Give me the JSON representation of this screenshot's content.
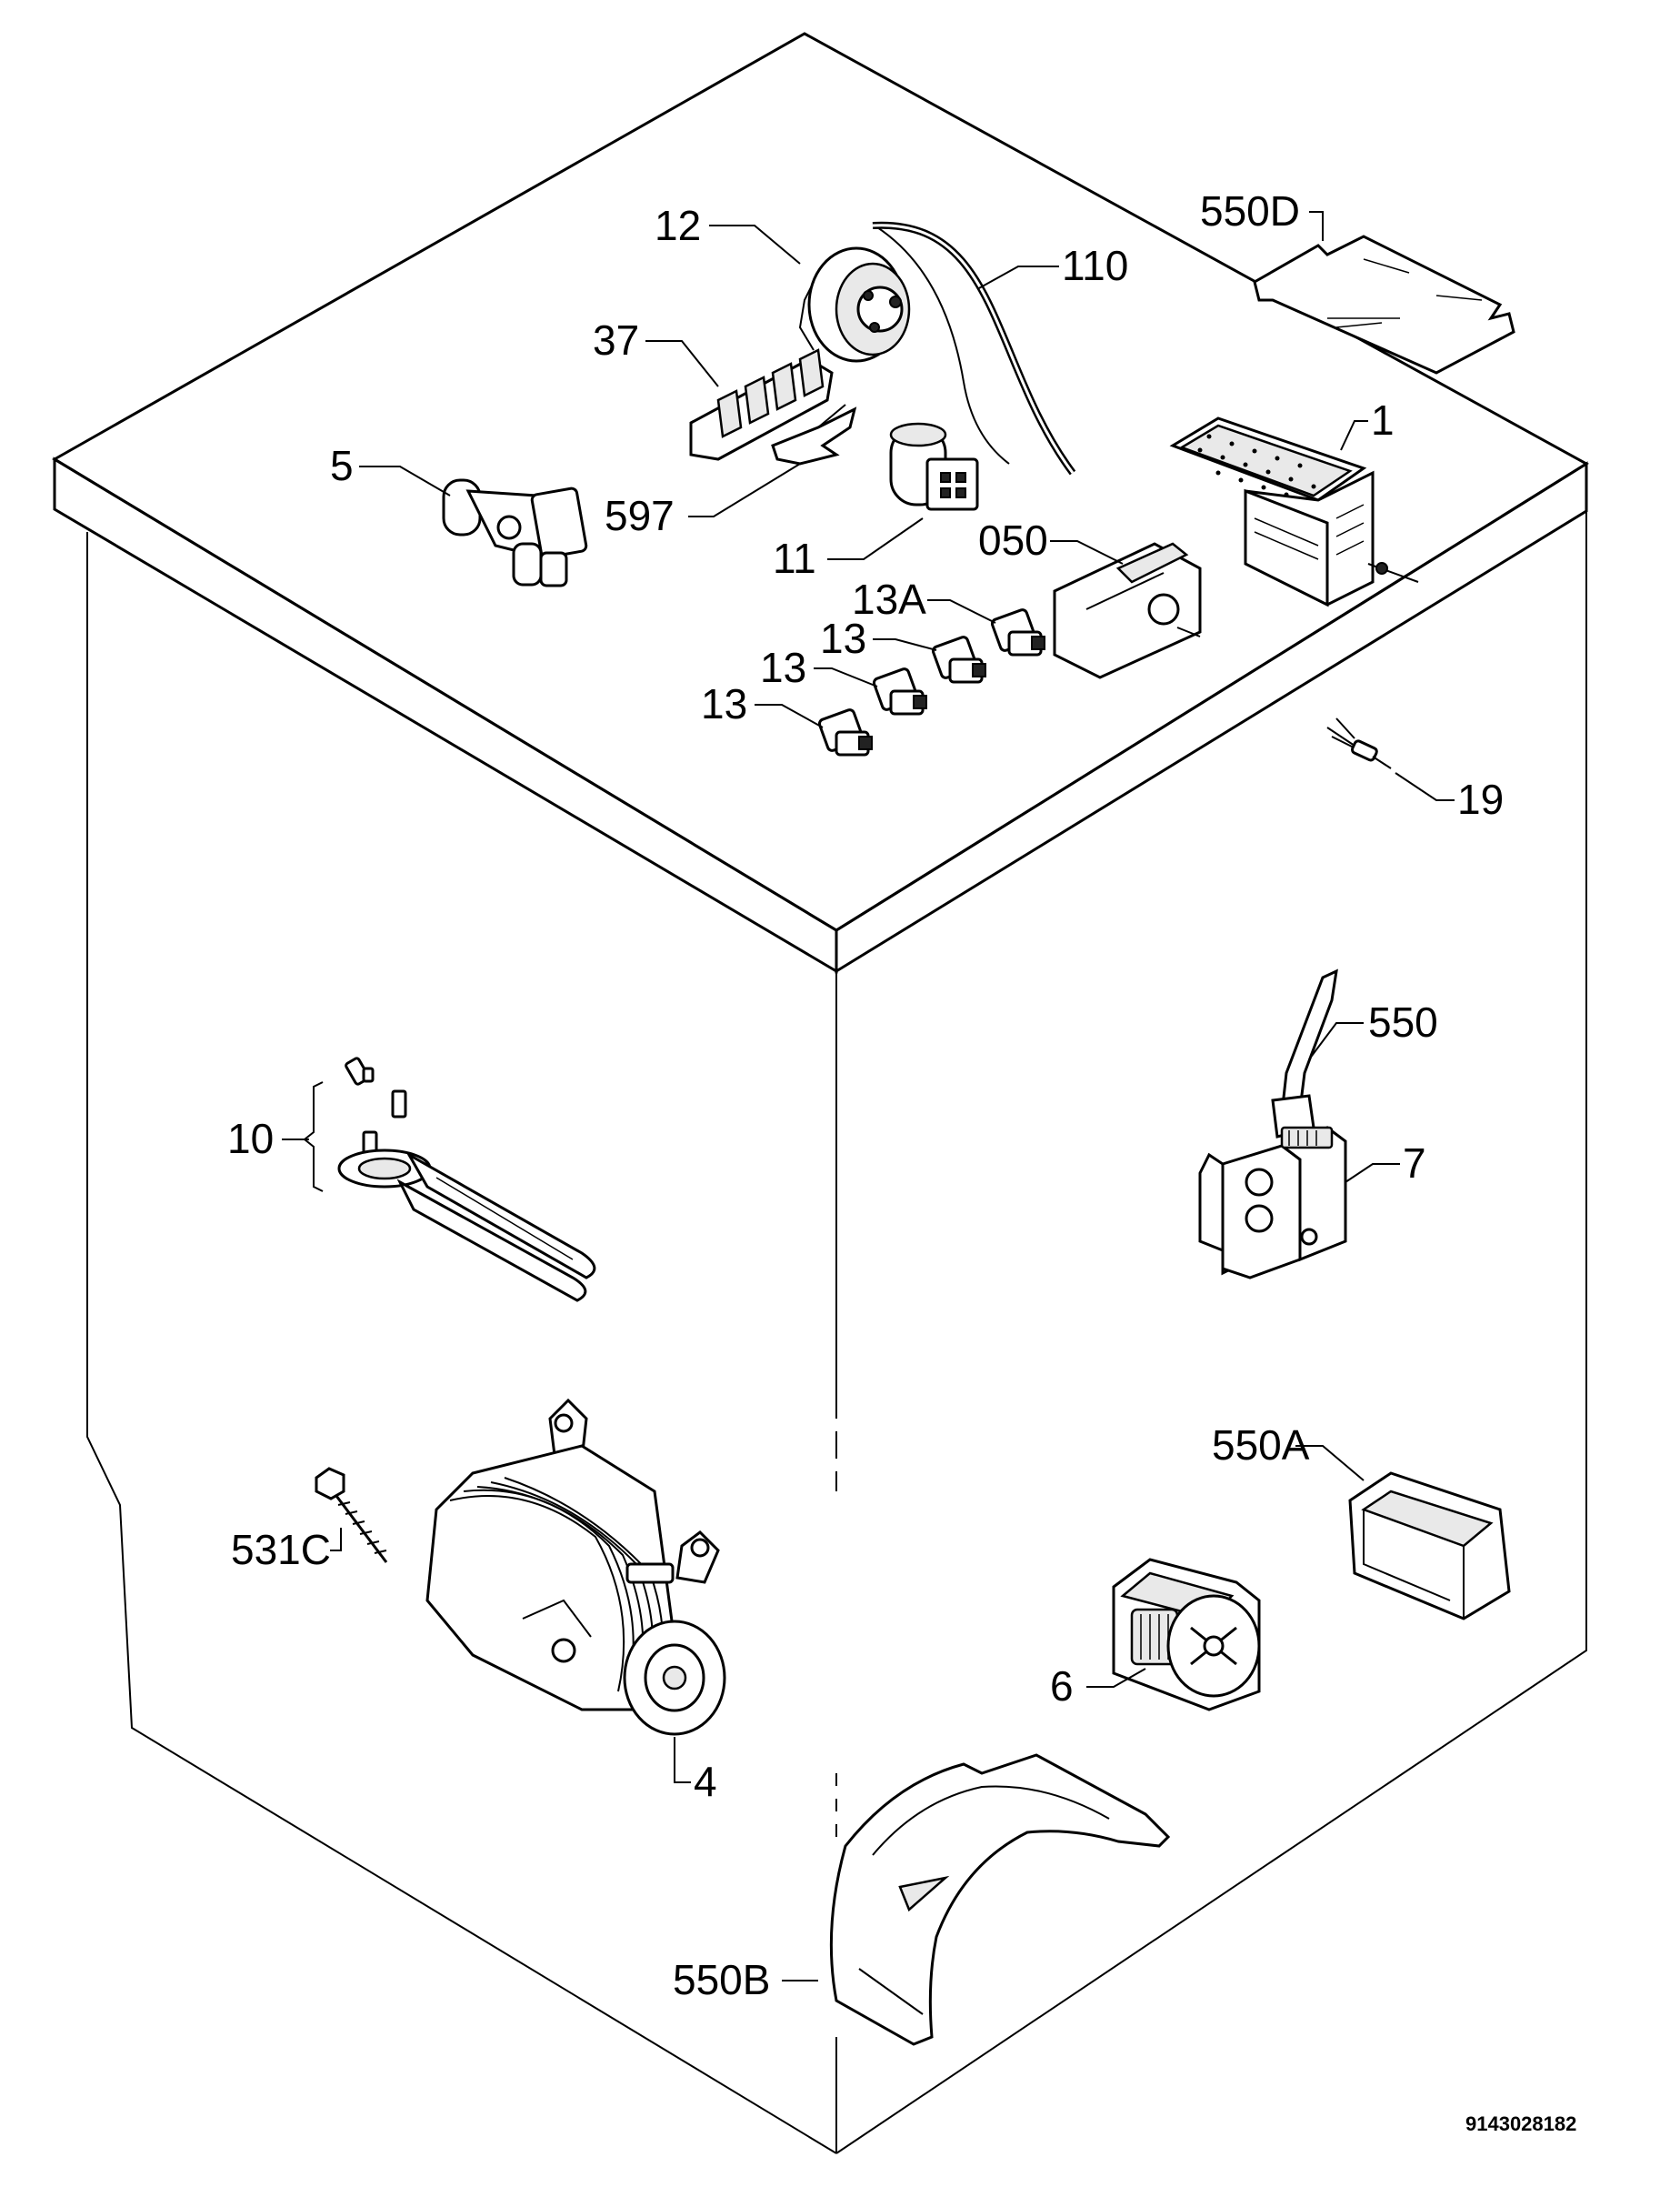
{
  "diagram": {
    "labels": {
      "p1": "1",
      "p4": "4",
      "p5": "5",
      "p6": "6",
      "p7": "7",
      "p10": "10",
      "p11": "11",
      "p12": "12",
      "p13a": "13",
      "p13b": "13",
      "p13c": "13",
      "p13d": "13A",
      "p19": "19",
      "p37": "37",
      "p050": "050",
      "p110": "110",
      "p531c": "531C",
      "p550": "550",
      "p550a": "550A",
      "p550b": "550B",
      "p550d": "550D",
      "p597": "597"
    },
    "drawing_code": "9143028182"
  }
}
